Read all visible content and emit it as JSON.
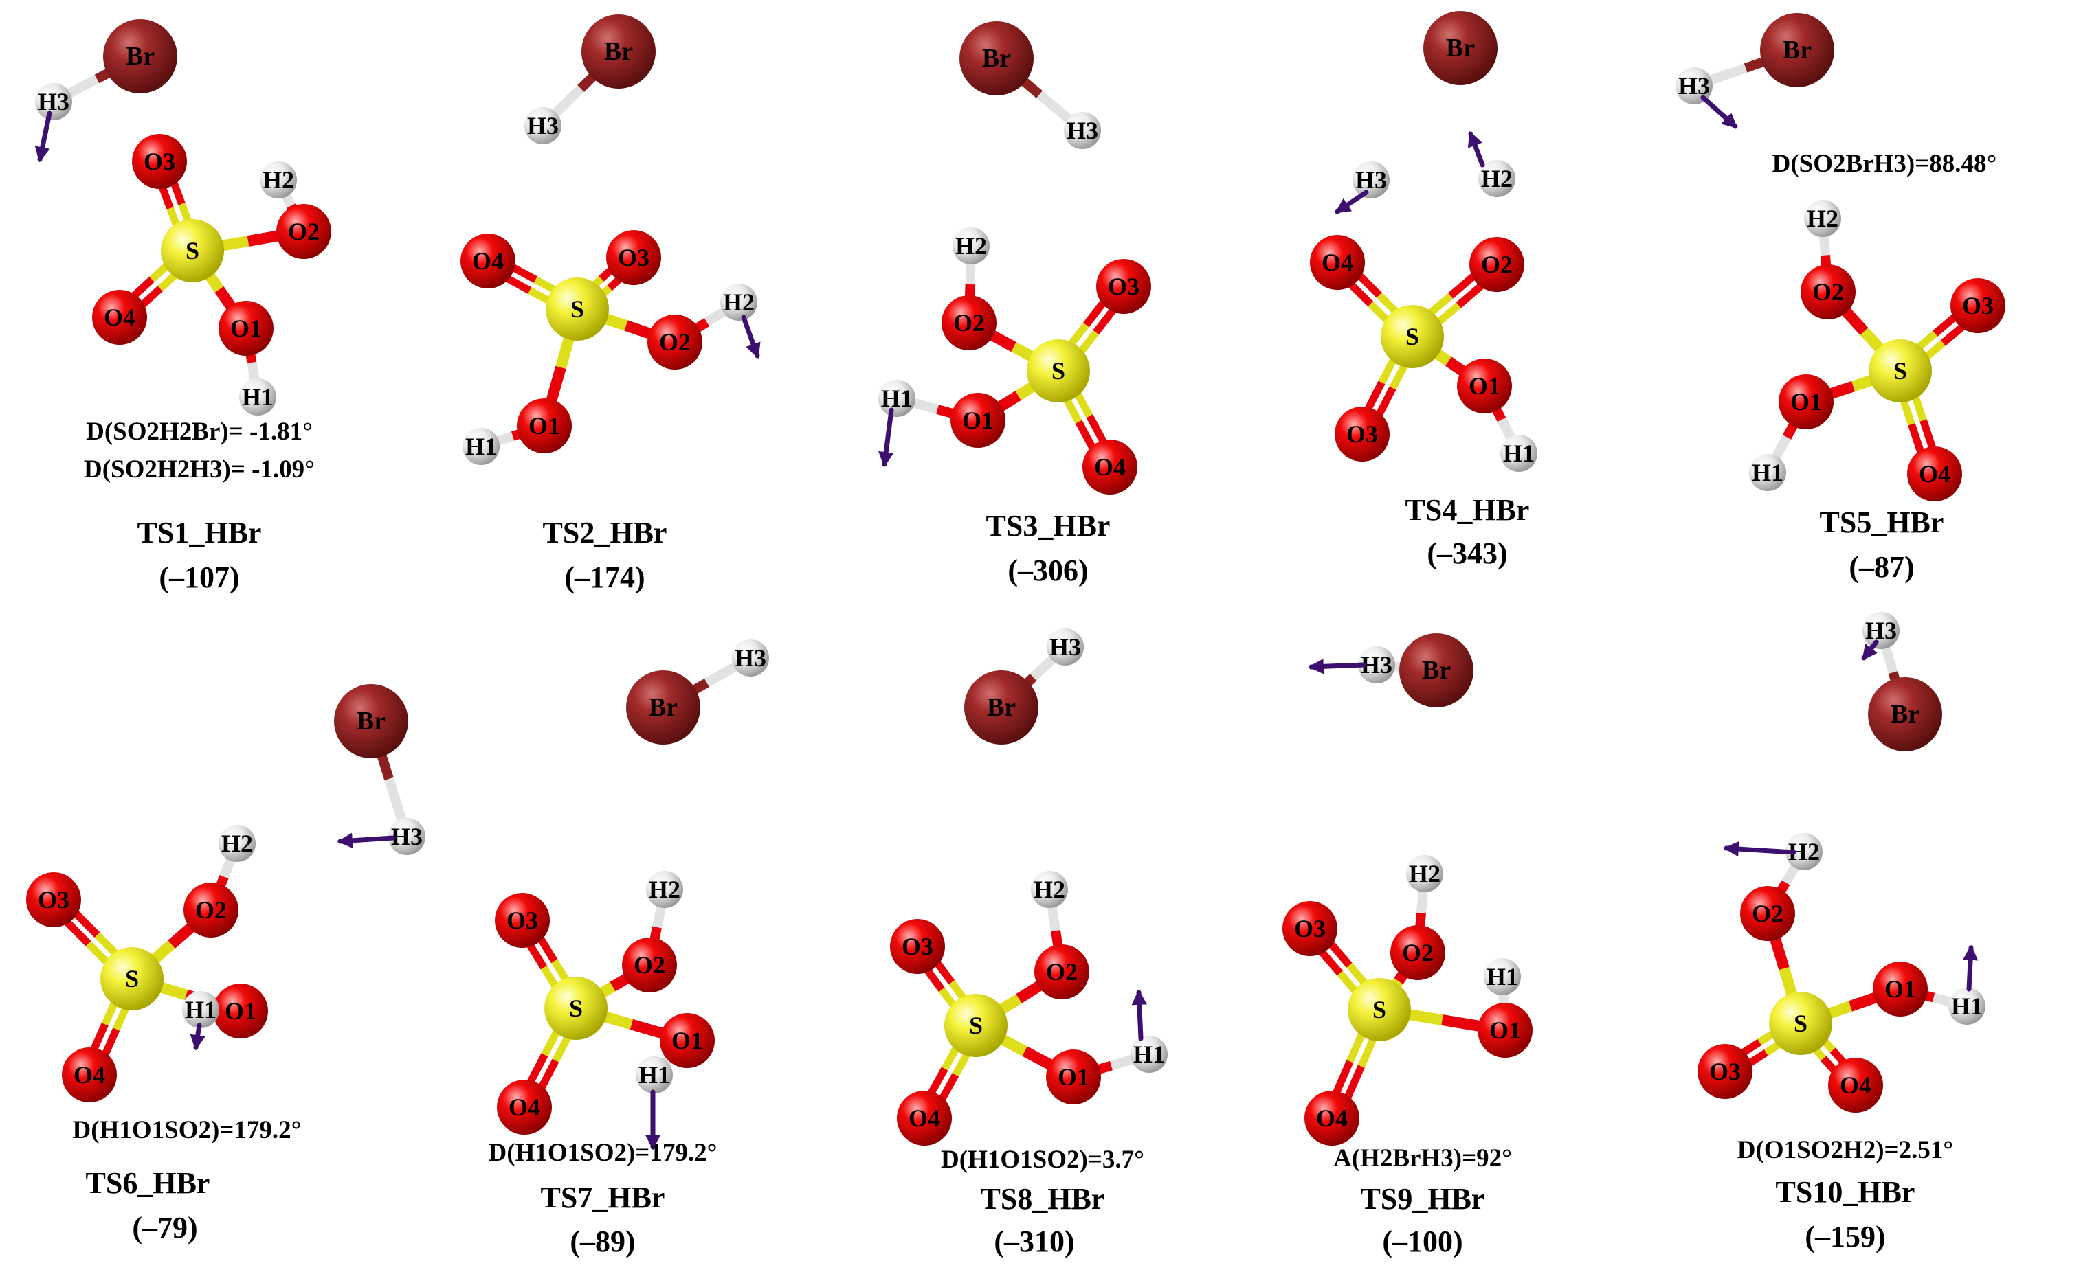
{
  "colors": {
    "S": "#dede1a",
    "O": "#e8000a",
    "H": "#e2e2e2",
    "Br": "#8c1f1f",
    "arrow": "#3d0f6e",
    "text": "#000000"
  },
  "panels": [
    {
      "id": "ts1",
      "title": "TS1_HBr",
      "energy": "(–107)",
      "notes": [
        "D(SO2H2Br)= -1.81°",
        "D(SO2H2H3)= -1.09°"
      ],
      "atoms": [
        {
          "el": "S",
          "label": "S"
        },
        {
          "el": "O",
          "label": "O3"
        },
        {
          "el": "O",
          "label": "O2"
        },
        {
          "el": "O",
          "label": "O4"
        },
        {
          "el": "O",
          "label": "O1"
        },
        {
          "el": "H",
          "label": "H2"
        },
        {
          "el": "H",
          "label": "H1"
        },
        {
          "el": "Br",
          "label": "Br"
        },
        {
          "el": "H",
          "label": "H3"
        }
      ]
    },
    {
      "id": "ts2",
      "title": "TS2_HBr",
      "energy": "(–174)",
      "notes": [],
      "atoms": [
        {
          "el": "S",
          "label": "S"
        },
        {
          "el": "O",
          "label": "O4"
        },
        {
          "el": "O",
          "label": "O3"
        },
        {
          "el": "O",
          "label": "O2"
        },
        {
          "el": "O",
          "label": "O1"
        },
        {
          "el": "H",
          "label": "H2"
        },
        {
          "el": "H",
          "label": "H1"
        },
        {
          "el": "Br",
          "label": "Br"
        },
        {
          "el": "H",
          "label": "H3"
        }
      ]
    },
    {
      "id": "ts3",
      "title": "TS3_HBr",
      "energy": "(–306)",
      "notes": [],
      "atoms": [
        {
          "el": "S",
          "label": "S"
        },
        {
          "el": "O",
          "label": "O3"
        },
        {
          "el": "O",
          "label": "O2"
        },
        {
          "el": "O",
          "label": "O1"
        },
        {
          "el": "O",
          "label": "O4"
        },
        {
          "el": "H",
          "label": "H2"
        },
        {
          "el": "H",
          "label": "H1"
        },
        {
          "el": "Br",
          "label": "Br"
        },
        {
          "el": "H",
          "label": "H3"
        }
      ]
    },
    {
      "id": "ts4",
      "title": "TS4_HBr",
      "energy": "(–343)",
      "notes": [],
      "atoms": [
        {
          "el": "S",
          "label": "S"
        },
        {
          "el": "O",
          "label": "O4"
        },
        {
          "el": "O",
          "label": "O2"
        },
        {
          "el": "O",
          "label": "O3"
        },
        {
          "el": "O",
          "label": "O1"
        },
        {
          "el": "H",
          "label": "H1"
        },
        {
          "el": "H",
          "label": "H3"
        },
        {
          "el": "H",
          "label": "H2"
        },
        {
          "el": "Br",
          "label": "Br"
        }
      ]
    },
    {
      "id": "ts5",
      "title": "TS5_HBr",
      "energy": "(–87)",
      "notes": [
        "D(SO2BrH3)=88.48°"
      ],
      "atoms": [
        {
          "el": "S",
          "label": "S"
        },
        {
          "el": "O",
          "label": "O2"
        },
        {
          "el": "O",
          "label": "O3"
        },
        {
          "el": "O",
          "label": "O1"
        },
        {
          "el": "O",
          "label": "O4"
        },
        {
          "el": "H",
          "label": "H2"
        },
        {
          "el": "H",
          "label": "H1"
        },
        {
          "el": "Br",
          "label": "Br"
        },
        {
          "el": "H",
          "label": "H3"
        }
      ]
    },
    {
      "id": "ts6",
      "title": "TS6_HBr",
      "energy": "(–79)",
      "notes": [
        "D(H1O1SO2)=179.2°"
      ],
      "atoms": [
        {
          "el": "S",
          "label": "S"
        },
        {
          "el": "O",
          "label": "O3"
        },
        {
          "el": "O",
          "label": "O2"
        },
        {
          "el": "O",
          "label": "O4"
        },
        {
          "el": "O",
          "label": "O1"
        },
        {
          "el": "H",
          "label": "H2"
        },
        {
          "el": "H",
          "label": "H1"
        },
        {
          "el": "Br",
          "label": "Br"
        },
        {
          "el": "H",
          "label": "H3"
        }
      ]
    },
    {
      "id": "ts7",
      "title": "TS7_HBr",
      "energy": "(–89)",
      "notes": [
        "D(H1O1SO2)=179.2°"
      ],
      "atoms": [
        {
          "el": "S",
          "label": "S"
        },
        {
          "el": "O",
          "label": "O3"
        },
        {
          "el": "O",
          "label": "O2"
        },
        {
          "el": "O",
          "label": "O1"
        },
        {
          "el": "O",
          "label": "O4"
        },
        {
          "el": "H",
          "label": "H2"
        },
        {
          "el": "H",
          "label": "H1"
        },
        {
          "el": "Br",
          "label": "Br"
        },
        {
          "el": "H",
          "label": "H3"
        }
      ]
    },
    {
      "id": "ts8",
      "title": "TS8_HBr",
      "energy": "(–310)",
      "notes": [
        "D(H1O1SO2)=3.7°"
      ],
      "atoms": [
        {
          "el": "S",
          "label": "S"
        },
        {
          "el": "O",
          "label": "O3"
        },
        {
          "el": "O",
          "label": "O2"
        },
        {
          "el": "O",
          "label": "O1"
        },
        {
          "el": "O",
          "label": "O4"
        },
        {
          "el": "H",
          "label": "H2"
        },
        {
          "el": "H",
          "label": "H1"
        },
        {
          "el": "Br",
          "label": "Br"
        },
        {
          "el": "H",
          "label": "H3"
        }
      ]
    },
    {
      "id": "ts9",
      "title": "TS9_HBr",
      "energy": "(–100)",
      "notes": [
        "A(H2BrH3)=92°"
      ],
      "atoms": [
        {
          "el": "S",
          "label": "S"
        },
        {
          "el": "O",
          "label": "O3"
        },
        {
          "el": "O",
          "label": "O2"
        },
        {
          "el": "O",
          "label": "O1"
        },
        {
          "el": "O",
          "label": "O4"
        },
        {
          "el": "H",
          "label": "H2"
        },
        {
          "el": "H",
          "label": "H1"
        },
        {
          "el": "Br",
          "label": "Br"
        },
        {
          "el": "H",
          "label": "H3"
        }
      ]
    },
    {
      "id": "ts10",
      "title": "TS10_HBr",
      "energy": "(–159)",
      "notes": [
        "D(O1SO2H2)=2.51°"
      ],
      "atoms": [
        {
          "el": "S",
          "label": "S"
        },
        {
          "el": "O",
          "label": "O2"
        },
        {
          "el": "O",
          "label": "O1"
        },
        {
          "el": "O",
          "label": "O3"
        },
        {
          "el": "O",
          "label": "O4"
        },
        {
          "el": "H",
          "label": "H2"
        },
        {
          "el": "H",
          "label": "H1"
        },
        {
          "el": "Br",
          "label": "Br"
        },
        {
          "el": "H",
          "label": "H3"
        }
      ]
    }
  ]
}
